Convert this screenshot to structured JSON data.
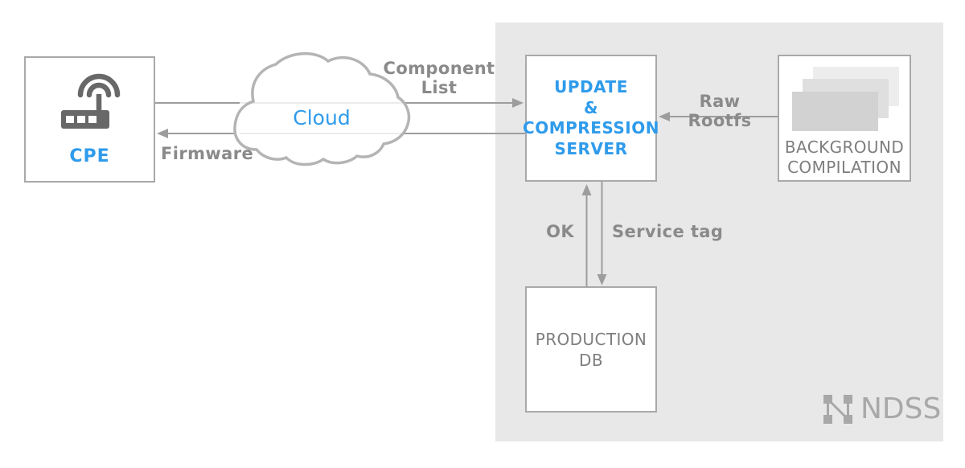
{
  "colors": {
    "accent_blue": "#2f9beb",
    "edge_label_gray": "#8a8a8a",
    "node_text_gray": "#7e7e7e",
    "line_gray": "#9d9d9d",
    "panel_background": "#e8e8e8",
    "box_border": "#a9a9a9",
    "router_icon_gray": "#686868",
    "logo_gray": "#a8a8a8"
  },
  "diagram": {
    "nodes": {
      "cpe": {
        "label": "CPE"
      },
      "cloud": {
        "label": "Cloud"
      },
      "update_server": {
        "label": "UPDATE\n&\nCOMPRESSION\nSERVER"
      },
      "background_compilation": {
        "label": "BACKGROUND\nCOMPILATION"
      },
      "production_db": {
        "label": "PRODUCTION\nDB"
      }
    },
    "edges": [
      {
        "id": "component-list",
        "label": "Component\nList",
        "from": "cpe",
        "to": "update_server",
        "via": "cloud"
      },
      {
        "id": "firmware",
        "label": "Firmware",
        "from": "update_server",
        "to": "cpe",
        "via": "cloud"
      },
      {
        "id": "raw-rootfs",
        "label": "Raw Rootfs",
        "from": "background_compilation",
        "to": "update_server"
      },
      {
        "id": "ok",
        "label": "OK",
        "from": "production_db",
        "to": "update_server"
      },
      {
        "id": "service-tag",
        "label": "Service tag",
        "from": "update_server",
        "to": "production_db"
      }
    ]
  },
  "logo": {
    "text": "NDSS"
  }
}
